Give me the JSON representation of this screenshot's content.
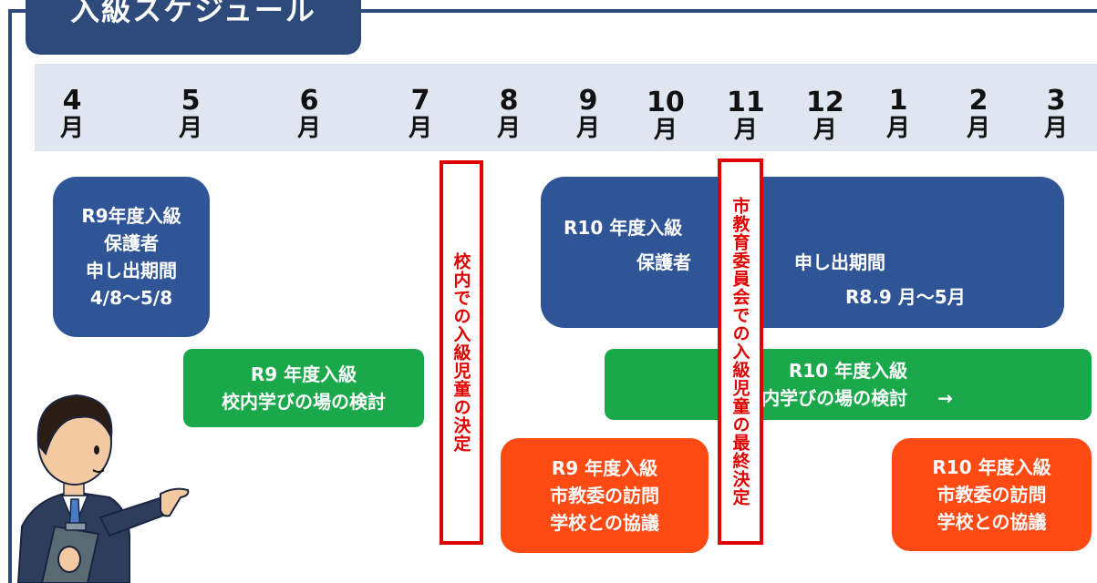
{
  "title": "入級スケジュール",
  "months": [
    {
      "num": "4",
      "unit": "月"
    },
    {
      "num": "5",
      "unit": "月"
    },
    {
      "num": "6",
      "unit": "月"
    },
    {
      "num": "7",
      "unit": "月"
    },
    {
      "num": "8",
      "unit": "月"
    },
    {
      "num": "9",
      "unit": "月"
    },
    {
      "num": "10",
      "unit": "月"
    },
    {
      "num": "11",
      "unit": "月"
    },
    {
      "num": "12",
      "unit": "月"
    },
    {
      "num": "1",
      "unit": "月"
    },
    {
      "num": "2",
      "unit": "月"
    },
    {
      "num": "3",
      "unit": "月"
    }
  ],
  "r9_guardian": {
    "line1": "R9年度入級",
    "line2": "保護者",
    "line3": "申し出期間",
    "line4": "4/8～5/8"
  },
  "r9_school": {
    "line1": "R9 年度入級",
    "line2": "校内学びの場の検討"
  },
  "school_decision": "校内での入級児童の決定",
  "r10_guardian": {
    "line1": "R10 年度入級",
    "line2": "保護者",
    "line3": "申し出期間",
    "line4": "R8.9 月～5月"
  },
  "board_decision": "市教育委員会での入級児童の最終決定",
  "r10_school": {
    "line1": "R10 年度入級",
    "line2": "校内学びの場の検討",
    "arrow": "→"
  },
  "r9_visit": {
    "line1": "R9 年度入級",
    "line2": "市教委の訪問",
    "line3": "学校との協議"
  },
  "r10_visit": {
    "line1": "R10 年度入級",
    "line2": "市教委の訪問",
    "line3": "学校との協議"
  },
  "colors": {
    "navy": "#2f5597",
    "green": "#1aa84a",
    "orange": "#ff4a14",
    "red_border": "#e00000",
    "month_band": "#dfe6f0",
    "frame": "#2e4a7a"
  },
  "illustration": "businessman-pointing-with-clipboard"
}
